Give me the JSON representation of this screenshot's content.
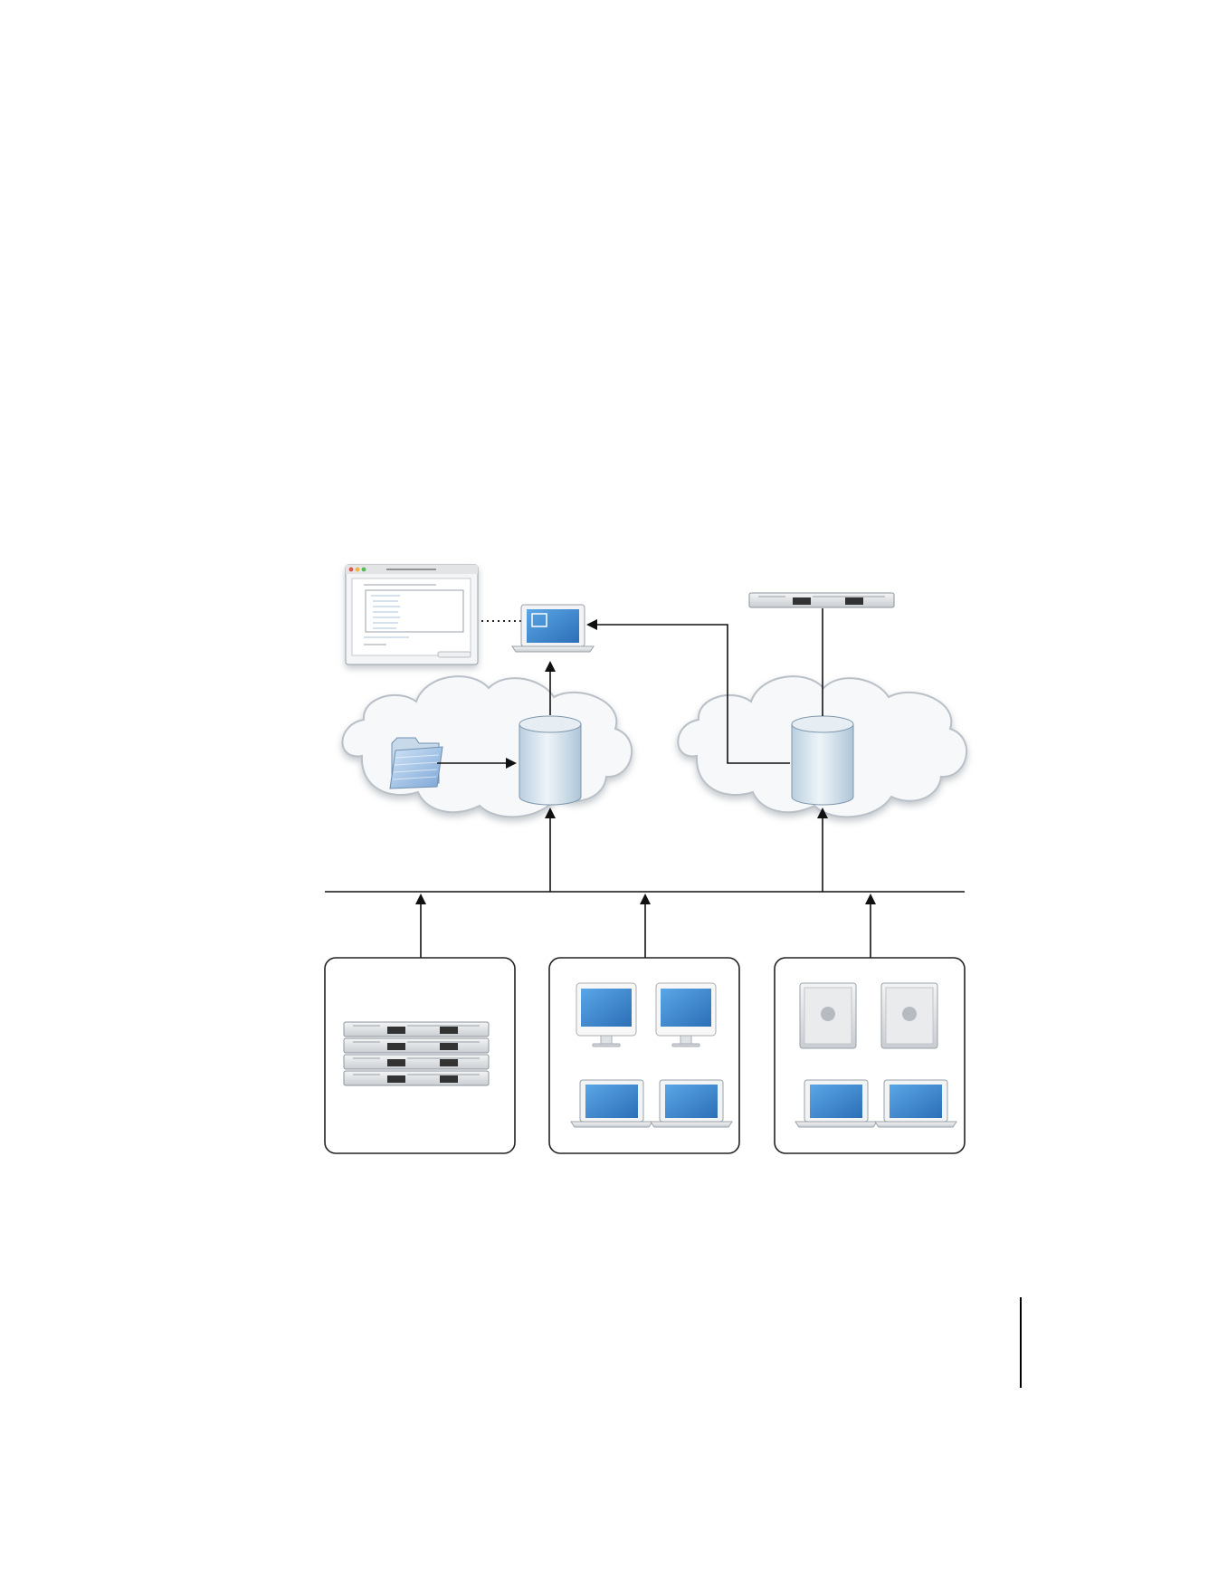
{
  "colors": {
    "screen_blue": "#3a86cf",
    "cloud_fill": "#f6f8fa",
    "cloud_stroke": "#b9c0c7",
    "cylinder_fill": "#d3e0ea",
    "line": "#222222",
    "aluminum": "#dfe2e5"
  },
  "diagram": {
    "nodes": [
      {
        "id": "admin-window",
        "icon": "application-window-icon"
      },
      {
        "id": "admin-laptop",
        "icon": "macbook-icon"
      },
      {
        "id": "rack-server-top",
        "icon": "xserve-icon"
      },
      {
        "id": "cloud-left",
        "icon": "cloud-icon"
      },
      {
        "id": "cloud-right",
        "icon": "cloud-icon"
      },
      {
        "id": "database-left",
        "icon": "database-cylinder-icon"
      },
      {
        "id": "database-right",
        "icon": "database-cylinder-icon"
      },
      {
        "id": "folder",
        "icon": "folder-icon"
      },
      {
        "id": "network-bus",
        "icon": "network-line"
      },
      {
        "id": "group-servers",
        "icon": "xserve-stack-icon",
        "count": 4
      },
      {
        "id": "group-imacs-macbooks",
        "icon": "imac-icon",
        "count": 4
      },
      {
        "id": "group-macpros-macbooks",
        "icon": "mac-pro-icon",
        "count": 4
      }
    ],
    "edges": [
      {
        "from": "admin-window",
        "to": "admin-laptop",
        "style": "dotted"
      },
      {
        "from": "folder",
        "to": "database-left",
        "style": "arrow"
      },
      {
        "from": "database-left",
        "to": "admin-laptop",
        "style": "arrow"
      },
      {
        "from": "database-right",
        "to": "admin-laptop",
        "style": "arrow"
      },
      {
        "from": "rack-server-top",
        "to": "database-right",
        "style": "line"
      },
      {
        "from": "network-bus",
        "to": "database-left",
        "style": "arrow"
      },
      {
        "from": "network-bus",
        "to": "database-right",
        "style": "arrow"
      },
      {
        "from": "group-servers",
        "to": "network-bus",
        "style": "arrow"
      },
      {
        "from": "group-imacs-macbooks",
        "to": "network-bus",
        "style": "arrow"
      },
      {
        "from": "group-macpros-macbooks",
        "to": "network-bus",
        "style": "arrow"
      }
    ]
  }
}
